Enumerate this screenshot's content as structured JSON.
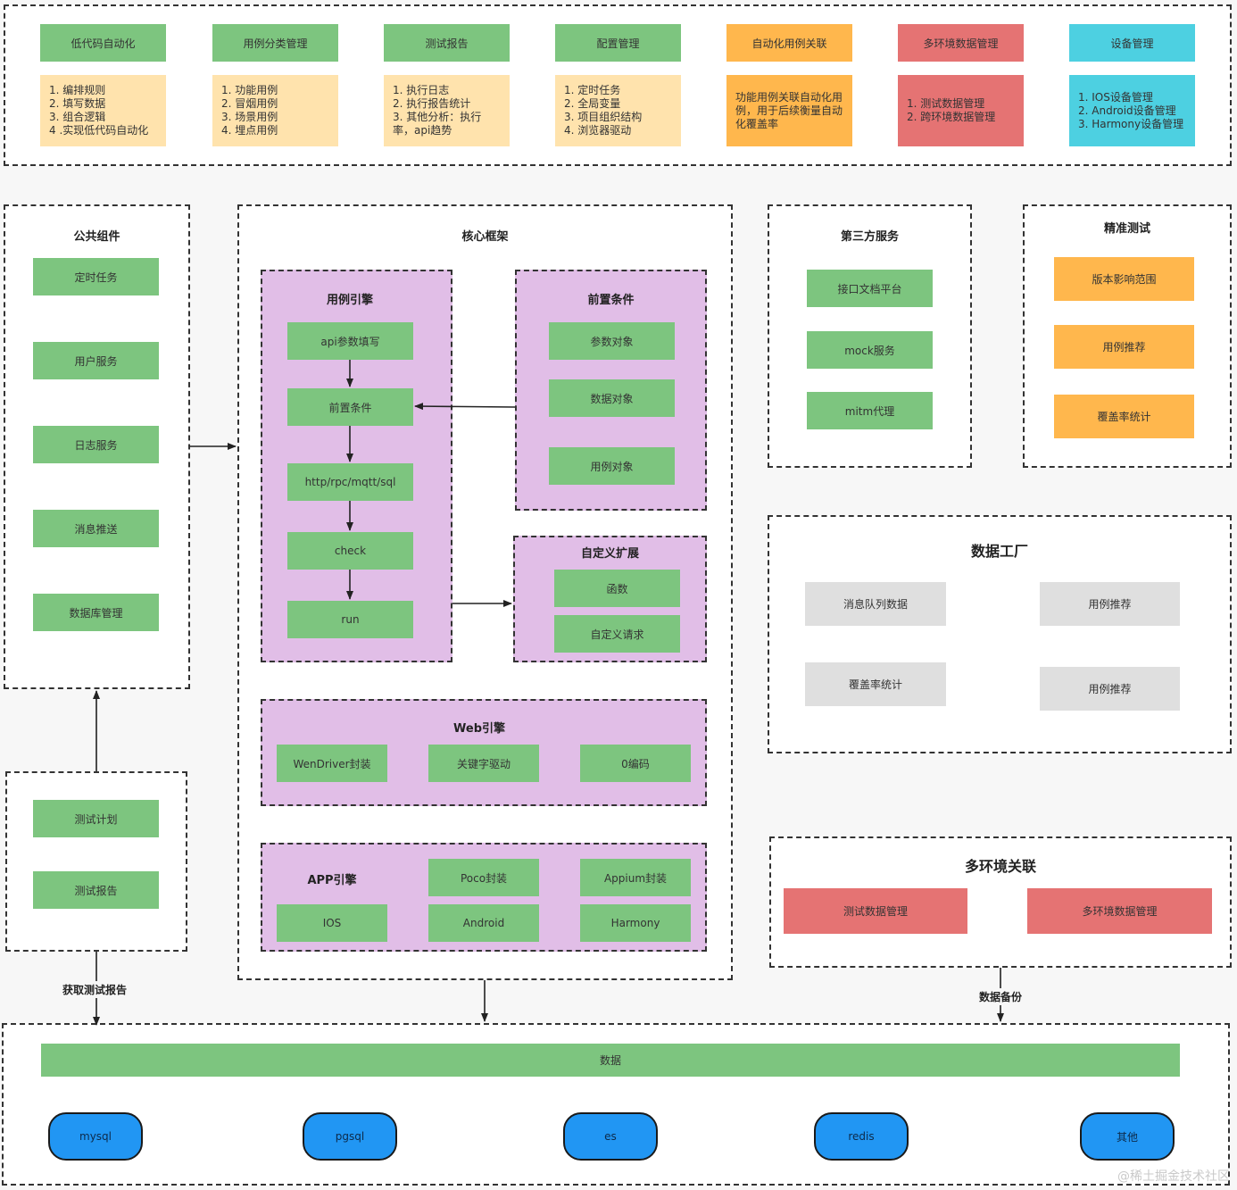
{
  "top_modules": [
    {
      "title": "低代码自动化",
      "items": [
        "1. 编排规则",
        "2. 填写数据",
        "3. 组合逻辑",
        "4 .实现低代码自动化"
      ]
    },
    {
      "title": "用例分类管理",
      "items": [
        "1. 功能用例",
        "2. 冒烟用例",
        "3. 场景用例",
        "4. 埋点用例"
      ]
    },
    {
      "title": "测试报告",
      "items": [
        "1. 执行日志",
        "2. 执行报告统计",
        "3. 其他分析：执行率，api趋势"
      ]
    },
    {
      "title": "配置管理",
      "items": [
        "1. 定时任务",
        "2. 全局变量",
        "3. 项目组织结构",
        "4. 浏览器驱动"
      ]
    },
    {
      "title": "自动化用例关联",
      "text": "功能用例关联自动化用例，用于后续衡量自动化覆盖率"
    },
    {
      "title": "多环境数据管理",
      "items": [
        "1. 测试数据管理",
        "2. 跨环境数据管理"
      ]
    },
    {
      "title": "设备管理",
      "items": [
        "1. IOS设备管理",
        "2. Android设备管理",
        "3. Harmony设备管理"
      ]
    }
  ],
  "public_components": {
    "title": "公共组件",
    "items": [
      "定时任务",
      "用户服务",
      "日志服务",
      "消息推送",
      "数据库管理"
    ]
  },
  "test_plan": {
    "items": [
      "测试计划",
      "测试报告"
    ]
  },
  "core": {
    "title": "核心框架",
    "case_engine": {
      "title": "用例引擎",
      "items": [
        "api参数填写",
        "前置条件",
        "http/rpc/mqtt/sql",
        "check",
        "run"
      ]
    },
    "precondition": {
      "title": "前置条件",
      "items": [
        "参数对象",
        "数据对象",
        "用例对象"
      ]
    },
    "custom_ext": {
      "title": "自定义扩展",
      "items": [
        "函数",
        "自定义请求"
      ]
    },
    "web_engine": {
      "title": "Web引擎",
      "items": [
        "WenDriver封装",
        "关键字驱动",
        "0编码"
      ]
    },
    "app_engine": {
      "title": "APP引擎",
      "items": [
        "Poco封装",
        "Appium封装",
        "IOS",
        "Android",
        "Harmony"
      ]
    }
  },
  "third_party": {
    "title": "第三方服务",
    "items": [
      "接口文档平台",
      "mock服务",
      "mitm代理"
    ]
  },
  "precision": {
    "title": "精准测试",
    "items": [
      "版本影响范围",
      "用例推荐",
      "覆盖率统计"
    ]
  },
  "data_factory": {
    "title": "数据工厂",
    "items": [
      "消息队列数据",
      "用例推荐",
      "覆盖率统计",
      "用例推荐"
    ]
  },
  "multi_env": {
    "title": "多环境关联",
    "items": [
      "测试数据管理",
      "多环境数据管理"
    ]
  },
  "edge_labels": {
    "get_report": "获取测试报告",
    "backup": "数据备份"
  },
  "data_layer": {
    "title": "数据",
    "stores": [
      "mysql",
      "pgsql",
      "es",
      "redis",
      "其他"
    ]
  },
  "watermark": "@稀土掘金技术社区",
  "colors": {
    "green": "#7dc57f",
    "cream": "#ffe3ad",
    "orange": "#ffb74d",
    "red": "#e57373",
    "cyan": "#4dd0e1",
    "gray": "#dfdfdf",
    "purple": "#e1bee7",
    "blue": "#2196f3"
  }
}
